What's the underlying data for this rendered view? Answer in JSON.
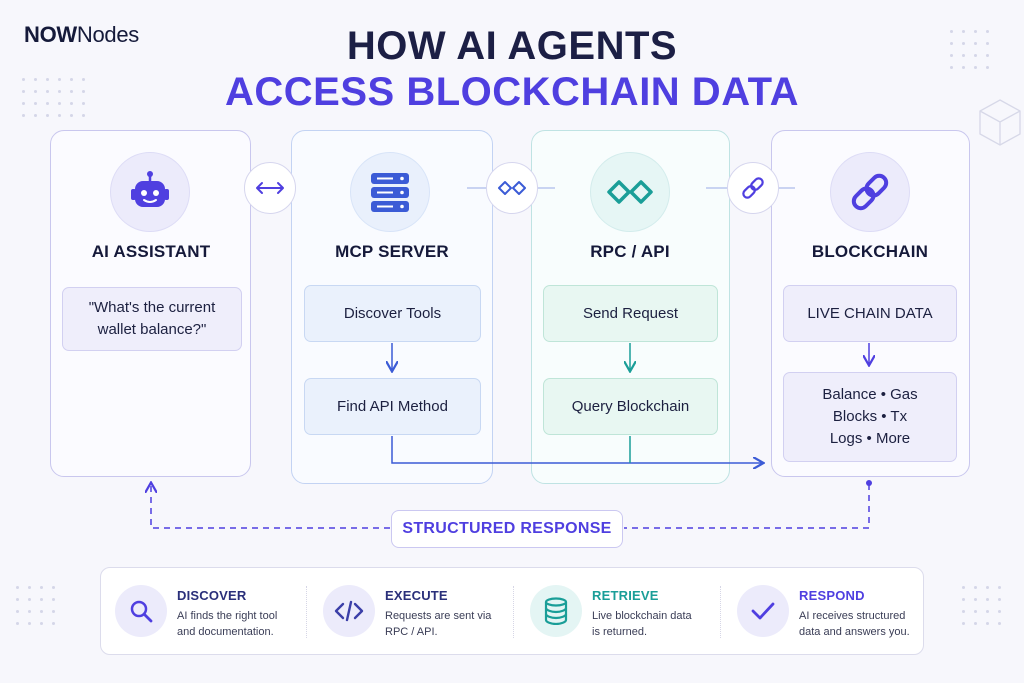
{
  "brand": {
    "bold": "NOW",
    "regular": "Nodes"
  },
  "title": {
    "line1": "HOW AI AGENTS",
    "line2": "ACCESS BLOCKCHAIN DATA"
  },
  "columns": [
    {
      "title": "AI ASSISTANT",
      "icon": "robot-icon",
      "boxes": [
        "\"What's the current wallet balance?\""
      ]
    },
    {
      "title": "MCP SERVER",
      "icon": "server-icon",
      "boxes": [
        "Discover Tools",
        "Find API Method"
      ]
    },
    {
      "title": "RPC / API",
      "icon": "diamonds-icon",
      "boxes": [
        "Send Request",
        "Query Blockchain"
      ]
    },
    {
      "title": "BLOCKCHAIN",
      "icon": "chain-link-icon",
      "boxes": [
        "LIVE CHAIN DATA",
        "Balance • Gas",
        "Blocks • Tx",
        "Logs • More"
      ]
    }
  ],
  "connectors": [
    "two-way-arrow-icon",
    "diamonds-icon",
    "chain-link-icon"
  ],
  "response_label": "STRUCTURED RESPONSE",
  "steps": [
    {
      "title": "DISCOVER",
      "desc1": "AI finds the right tool",
      "desc2": "and documentation.",
      "icon": "magnifier-icon",
      "color": "#2a2f7a"
    },
    {
      "title": "EXECUTE",
      "desc1": "Requests are sent via",
      "desc2": "RPC / API.",
      "icon": "code-icon",
      "color": "#2a2f7a"
    },
    {
      "title": "RETRIEVE",
      "desc1": "Live blockchain data",
      "desc2": "is returned.",
      "icon": "database-icon",
      "color": "#1a9e98"
    },
    {
      "title": "RESPOND",
      "desc1": "AI receives structured",
      "desc2": "data and answers you.",
      "icon": "checkmark-icon",
      "color": "#4f3fe0"
    }
  ],
  "colors": {
    "accent_purple": "#4f3fe0",
    "accent_blue": "#3b5bd6",
    "accent_teal": "#1a9e98",
    "navy": "#1c1f45"
  }
}
